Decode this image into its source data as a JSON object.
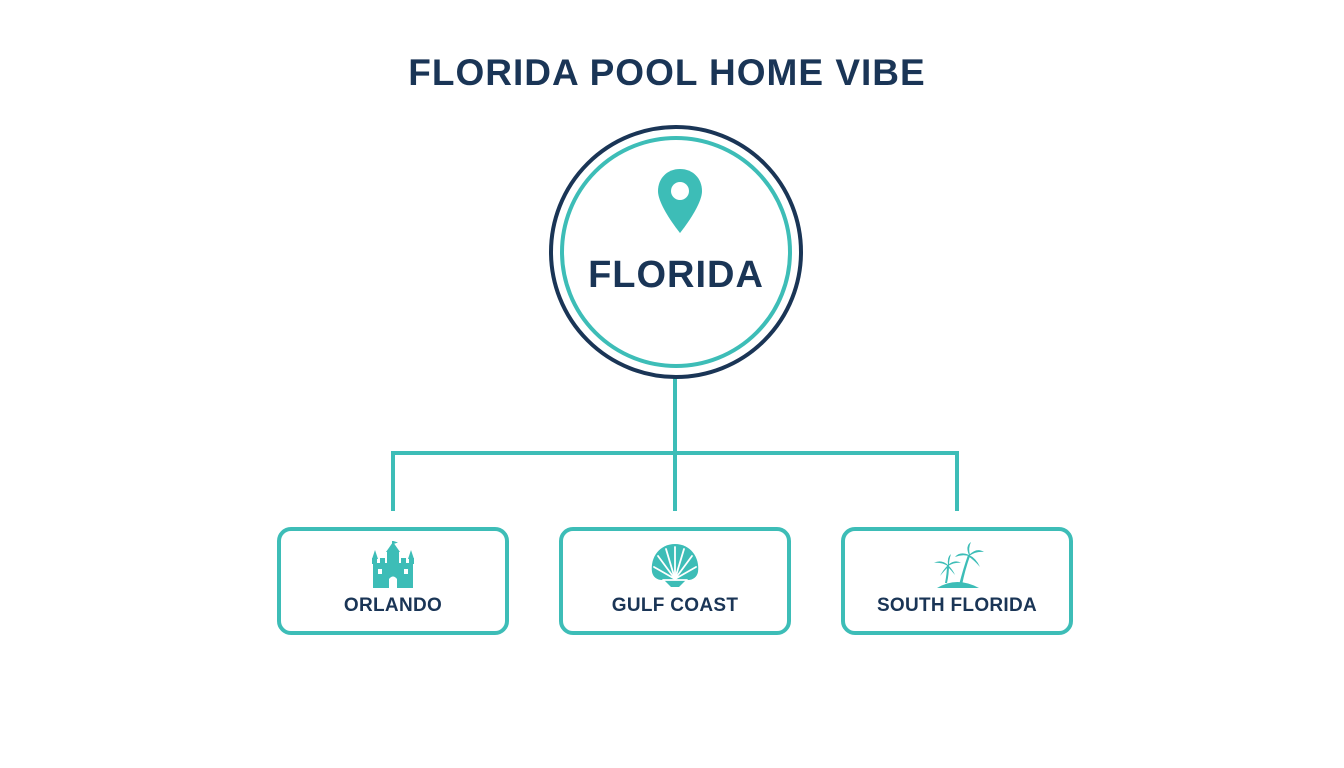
{
  "title": "FLORIDA POOL HOME VIBE",
  "colors": {
    "navy": "#1a3556",
    "teal": "#3dbdb7"
  },
  "root": {
    "label": "FLORIDA",
    "icon": "location-pin-icon"
  },
  "children": [
    {
      "label": "ORLANDO",
      "icon": "castle-icon"
    },
    {
      "label": "GULF COAST",
      "icon": "seashell-icon"
    },
    {
      "label": "SOUTH FLORIDA",
      "icon": "palm-tree-island-icon"
    }
  ]
}
